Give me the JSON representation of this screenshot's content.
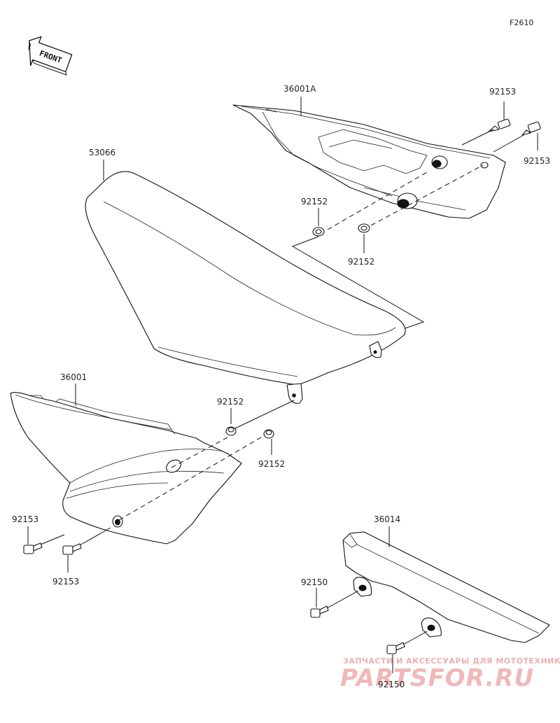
{
  "figure_ref": "F2610",
  "orientation_label": "FRONT",
  "parts": {
    "seat": "53066",
    "cover_left": "36001",
    "cover_right": "36001A",
    "chain_cover": "36014",
    "damper_seat_left": "92152",
    "damper_seat_right": "92152",
    "damper_cover_upper": "92152",
    "damper_cover_lower": "92152",
    "bolt_left_1": "92153",
    "bolt_left_2": "92153",
    "bolt_right_1": "92153",
    "bolt_right_2": "92153",
    "bolt_chain_1": "92150",
    "bolt_chain_2": "92150"
  },
  "watermark": {
    "tagline": "ЗАПЧАСТИ И АКСЕССУАРЫ ДЛЯ МОТОТЕХНИКИ",
    "brand": "PARTSFOR.RU"
  },
  "colors": {
    "line": "#111111",
    "watermark": "#f0b8b8"
  }
}
